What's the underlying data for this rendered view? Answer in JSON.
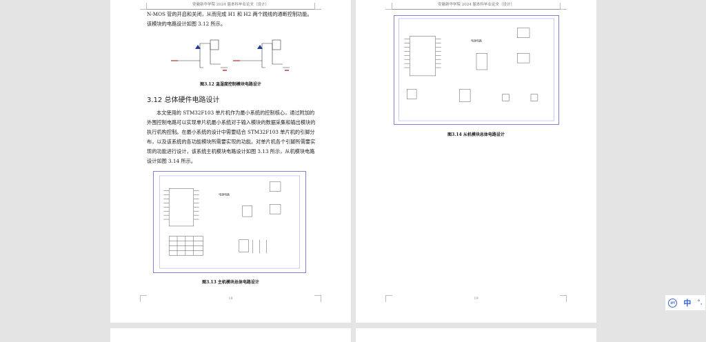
{
  "header": "安徽新华学院 2024 届本科毕业论文（设计）",
  "page1": {
    "intro_text": "N-MOS 管的开启和关闭，从而完成 H1 和 H2 两个践线的通断控制功能。该模块的电路设计如图 3.12 所示。",
    "fig312_caption": "图3.12 温湿度控制模块电路设计",
    "section_heading": "3.12  总体硬件电路设计",
    "paragraph": "本文使用的 STM32F103 单片机作为最小系统的控制核心，通过附加的外围控制电路可以实现单片机最小系统对于输入模块的数据采集和输出模块的执行机构控制。在最小系统的设计中需要结合 STM32F103 单片机的引脚分布，以及该系统的各功能模块所需要实现的功能。对单片机各个引脚所需要实现的功能进行设计，该系统主机模块电路设计如图 3.13 所示，从机模块电路设计如图 3.14 所示。",
    "fig313_caption": "图3.13 主机模块总体电路设计",
    "page_number": "18"
  },
  "page2": {
    "fig314_caption": "图3.14 从机模块总体电路设计",
    "page_number": "19"
  },
  "toolbar": {
    "ime_lang": "中",
    "icons": [
      "ipt-icon",
      "chinese-input-icon",
      "punctuation-icon"
    ]
  },
  "colors": {
    "schematic_border": "#8080d0",
    "accent": "#2e5fd6"
  }
}
